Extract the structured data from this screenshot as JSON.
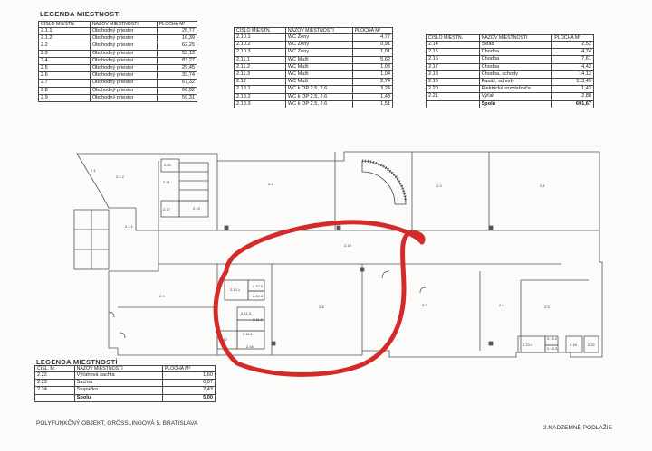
{
  "legend1": {
    "title": "LEGENDA MIESTNOSTÍ",
    "headers": [
      "ČÍSLO MIESTN.",
      "NÁZOV MIESTNOSTI",
      "PLOCHA M²"
    ],
    "rows": [
      [
        "2.1.1",
        "Obchodný priestor",
        "25,77"
      ],
      [
        "2.1.2",
        "Obchodný priestor",
        "16,39"
      ],
      [
        "2.2",
        "Obchodný priestor",
        "62,25"
      ],
      [
        "2.3",
        "Obchodný priestor",
        "53,13"
      ],
      [
        "2.4",
        "Obchodný priestor",
        "83,27"
      ],
      [
        "2.5",
        "Obchodný priestor",
        "29,45"
      ],
      [
        "2.6",
        "Obchodný priestor",
        "33,74"
      ],
      [
        "2.7",
        "Obchodný priestor",
        "67,32"
      ],
      [
        "2.8",
        "Obchodný priestor",
        "66,52"
      ],
      [
        "2.9",
        "Obchodný priestor",
        "59,31"
      ]
    ]
  },
  "legend2": {
    "headers": [
      "ČÍSLO MIESTN.",
      "NÁZOV MIESTNOSTI",
      "PLOCHA M²"
    ],
    "rows": [
      [
        "2.10.1",
        "WC Ženy",
        "4,77"
      ],
      [
        "2.10.2",
        "WC Ženy",
        "0,91"
      ],
      [
        "2.10.3",
        "WC Ženy",
        "1,01"
      ],
      [
        "2.11.1",
        "WC Muži",
        "5,62"
      ],
      [
        "2.11.2",
        "WC Muži",
        "1,03"
      ],
      [
        "2.11.3",
        "WC Muži",
        "1,04"
      ],
      [
        "2.12",
        "WC Muži",
        "2,74"
      ],
      [
        "2.13.1",
        "WC k OP 2.5, 2.6",
        "3,24"
      ],
      [
        "2.13.2",
        "WC k OP 2.5, 2.6",
        "1,48"
      ],
      [
        "2.13.3",
        "WC k OP 2.5, 2.6",
        "1,51"
      ]
    ]
  },
  "legend3": {
    "headers": [
      "ČÍSLO MIESTN.",
      "NÁZOV MIESTNOSTI",
      "PLOCHA M²"
    ],
    "rows": [
      [
        "2.14",
        "Sklad",
        "2,52"
      ],
      [
        "2.15",
        "Chodba",
        "4,74"
      ],
      [
        "2.16",
        "Chodba",
        "7,61"
      ],
      [
        "2.17",
        "Chodba",
        "4,42"
      ],
      [
        "2.18",
        "Chodba, schody",
        "14,12"
      ],
      [
        "2.19",
        "Pasáž, schody",
        "113,46"
      ],
      [
        "2.20",
        "Elektrické rozvádzače",
        "1,42"
      ],
      [
        "2.21",
        "Výťah",
        "2,88"
      ]
    ],
    "sum": [
      "Spolu",
      "691,67"
    ]
  },
  "legend4": {
    "title": "LEGENDA MIESTNOSTÍ",
    "headers": [
      "ČÍSL. M.",
      "NÁZOV MIESTNOSTI",
      "PLOCHA M²"
    ],
    "rows": [
      [
        "2.22",
        "Výťahová šachta",
        "1,60"
      ],
      [
        "2.23",
        "Šachta",
        "0,97"
      ],
      [
        "2.24",
        "Stupačka",
        "2,43"
      ]
    ],
    "sum": [
      "Spolu",
      "5,00"
    ]
  },
  "plan_labels": {
    "r211": "2.1.1",
    "r212": "2.1.2",
    "r21": "2.1",
    "r22": "2.2",
    "r23": "2.3",
    "r24": "2.4",
    "r25": "2.5",
    "r26": "2.6",
    "r27": "2.7",
    "r28": "2.8",
    "r29": "2.9",
    "r210": "2.10",
    "r2101": "2.10.1",
    "r2102": "2.10.2",
    "r2103": "2.10.3",
    "r2111": "2.11.1",
    "r2112": "2.11.2",
    "r2113": "2.11.3",
    "r212b": "2.12",
    "r2131": "2.13.1",
    "r2132": "2.13.2",
    "r2133": "2.13.3",
    "r215": "2.15",
    "r216": "2.16",
    "r217": "2.17",
    "r218": "2.18",
    "r220": "2.20",
    "r221": "2.21",
    "r222": "2.22",
    "r223": "2.23",
    "r219": "2.19"
  },
  "footer": {
    "left": "POLYFUNKČNÝ OBJEKT, GRÖSSLINGOVÁ 5, BRATISLAVA",
    "right": "2.NADZEMNÉ PODLAŽIE"
  },
  "highlight_color": "#d42a2a"
}
